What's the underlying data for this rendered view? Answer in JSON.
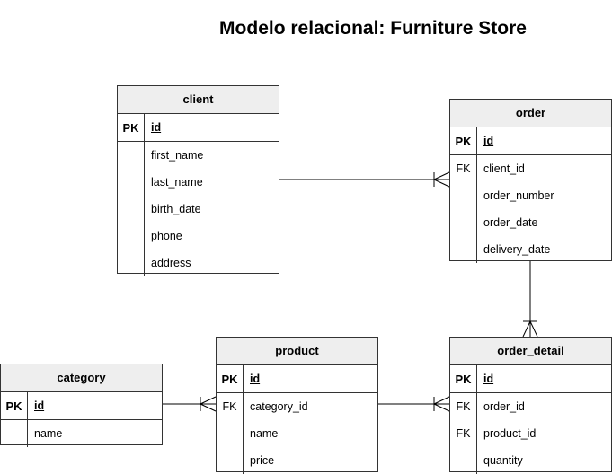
{
  "title": "Modelo relacional: Furniture Store",
  "entities": {
    "client": {
      "name": "client",
      "pk": "id",
      "pk_label": "PK",
      "fields": [
        {
          "key": "",
          "name": "first_name"
        },
        {
          "key": "",
          "name": "last_name"
        },
        {
          "key": "",
          "name": "birth_date"
        },
        {
          "key": "",
          "name": "phone"
        },
        {
          "key": "",
          "name": "address"
        }
      ]
    },
    "order": {
      "name": "order",
      "pk": "id",
      "pk_label": "PK",
      "fields": [
        {
          "key": "FK",
          "name": "client_id"
        },
        {
          "key": "",
          "name": "order_number"
        },
        {
          "key": "",
          "name": "order_date"
        },
        {
          "key": "",
          "name": "delivery_date"
        }
      ]
    },
    "product": {
      "name": "product",
      "pk": "id",
      "pk_label": "PK",
      "fields": [
        {
          "key": "FK",
          "name": "category_id"
        },
        {
          "key": "",
          "name": "name"
        },
        {
          "key": "",
          "name": "price"
        }
      ]
    },
    "order_detail": {
      "name": "order_detail",
      "pk": "id",
      "pk_label": "PK",
      "fields": [
        {
          "key": "FK",
          "name": "order_id"
        },
        {
          "key": "FK",
          "name": "product_id"
        },
        {
          "key": "",
          "name": "quantity"
        }
      ]
    },
    "category": {
      "name": "category",
      "pk": "id",
      "pk_label": "PK",
      "fields": [
        {
          "key": "",
          "name": "name"
        }
      ]
    }
  },
  "relationships": [
    {
      "from": "client",
      "to": "order",
      "cardinality": "one-to-many"
    },
    {
      "from": "order",
      "to": "order_detail",
      "cardinality": "one-to-many"
    },
    {
      "from": "product",
      "to": "order_detail",
      "cardinality": "one-to-many"
    },
    {
      "from": "category",
      "to": "product",
      "cardinality": "one-to-many"
    }
  ]
}
